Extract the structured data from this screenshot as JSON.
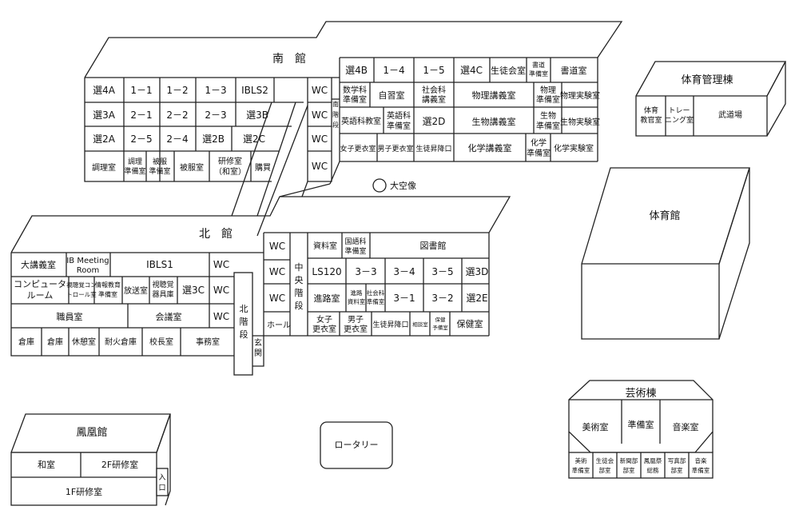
{
  "buildings": {
    "minami": "南　館",
    "kita": "北　館",
    "taiiku_kanri": "体育管理棟",
    "taiikukan": "体育館",
    "geijutsu": "芸術棟",
    "houou": "鳳凰館"
  },
  "rooms": {
    "r4a": "選4A",
    "r1_1": "1－1",
    "r1_2": "1－2",
    "r1_3": "1－3",
    "ibls2": "IBLS2",
    "r3a": "選3A",
    "r2_1": "2－1",
    "r2_2": "2－2",
    "r2_3": "2－3",
    "r3b": "選3B",
    "r2a": "選2A",
    "r2_5": "2－5",
    "r2_4": "2－4",
    "r2b": "選2B",
    "r2c": "選2C",
    "chori": "調理室",
    "chori_jun": "調理\n準備室",
    "hifuku_jun": "被服\n準備室",
    "hifuku": "被服室",
    "kenshu_wa": "研修室\n（和室）",
    "kobai": "購買",
    "wc": "WC",
    "minami_kaidan": "南\n階\n段",
    "r4b": "選4B",
    "r1_4": "1－4",
    "r1_5": "1－5",
    "r4c": "選4C",
    "seito_kai": "生徒会室",
    "shodo_jun": "書道\n準備室",
    "shodo": "書道室",
    "sugaku_jun": "数学科\n準備室",
    "jishu": "自習室",
    "shakai_kogi": "社会科\n講義室",
    "butsuri_kogi": "物理講義室",
    "butsuri_jun": "物理\n準備室",
    "butsuri_jikken": "物理実験室",
    "eigo_kyoin": "英語科教室",
    "eigo_jun": "英語科\n準備室",
    "r2d": "選2D",
    "seibutsu_kogi": "生物講義室",
    "seibutsu_jun": "生物\n準備室",
    "seibutsu_jikken": "生物実験室",
    "joshi_koui": "女子更衣室",
    "danshi_koui": "男子更衣室",
    "shoko_s": "生徒昇降口",
    "kagaku_kogi": "化学講義室",
    "kagaku_jun": "化学\n準備室",
    "kagaku_jikken": "化学実験室",
    "taiiku_kyoin": "体育\n教官室",
    "training": "トレー\nニング室",
    "budo": "武道場",
    "daikuzo": "大空像",
    "daikogi": "大講義室",
    "ib_meeting": "IB Meeting\nRoom",
    "ibls1": "IBLS1",
    "computer": "コンピュータ\nルーム",
    "shicho_control": "視聴覚コン\nトロール室",
    "joho_jun": "情報教育\n準備室",
    "hoso": "放送室",
    "shicho_kigu": "視聴覚\n器具庫",
    "r3c": "選3C",
    "shokuin": "職員室",
    "kaigi": "会議室",
    "soko1": "倉庫",
    "soko2": "倉庫",
    "kyukei": "休憩室",
    "taika_soko": "耐火倉庫",
    "kocho": "校長室",
    "jimu": "事務室",
    "kita_kaidan": "北\n階\n段",
    "genkan": "玄\n関",
    "chuo_kaidan": "中\n央\n階\n段",
    "hall": "ホール",
    "shiryo": "資料室",
    "kokugo_jun": "国語科\n準備室",
    "tosho": "図書館",
    "ls120": "LS120",
    "r3_3": "3－3",
    "r3_4": "3－4",
    "r3_5": "3－5",
    "r3d": "選3D",
    "shinro": "進路室",
    "shinro_shiryo": "進路\n資料室",
    "shakai_jun": "社会科\n準備室",
    "r3_1": "3－1",
    "r3_2": "3－2",
    "r2e": "選2E",
    "joshi_koui2": "女子\n更衣室",
    "danshi_koui2": "男子\n更衣室",
    "shoko_n": "生徒昇降口",
    "sodan": "相談室",
    "hoken_yobi": "保健\n予備室",
    "hoken": "保健室",
    "rotary": "ロータリー",
    "bijutsu": "美術室",
    "geijutsu_jun": "準備室",
    "ongaku": "音楽室",
    "bijutsu_jun": "美術\n準備室",
    "seitokai_bu": "生徒会\n部室",
    "shinbun": "新聞部\n部室",
    "houousai": "鳳凰祭\n総務",
    "shashin": "写真部\n部室",
    "ongaku_jun": "音楽\n準備室",
    "washitsu": "和室",
    "kenshu2f": "2F研修室",
    "iriguchi": "入\n口",
    "kenshu1f": "1F研修室"
  }
}
